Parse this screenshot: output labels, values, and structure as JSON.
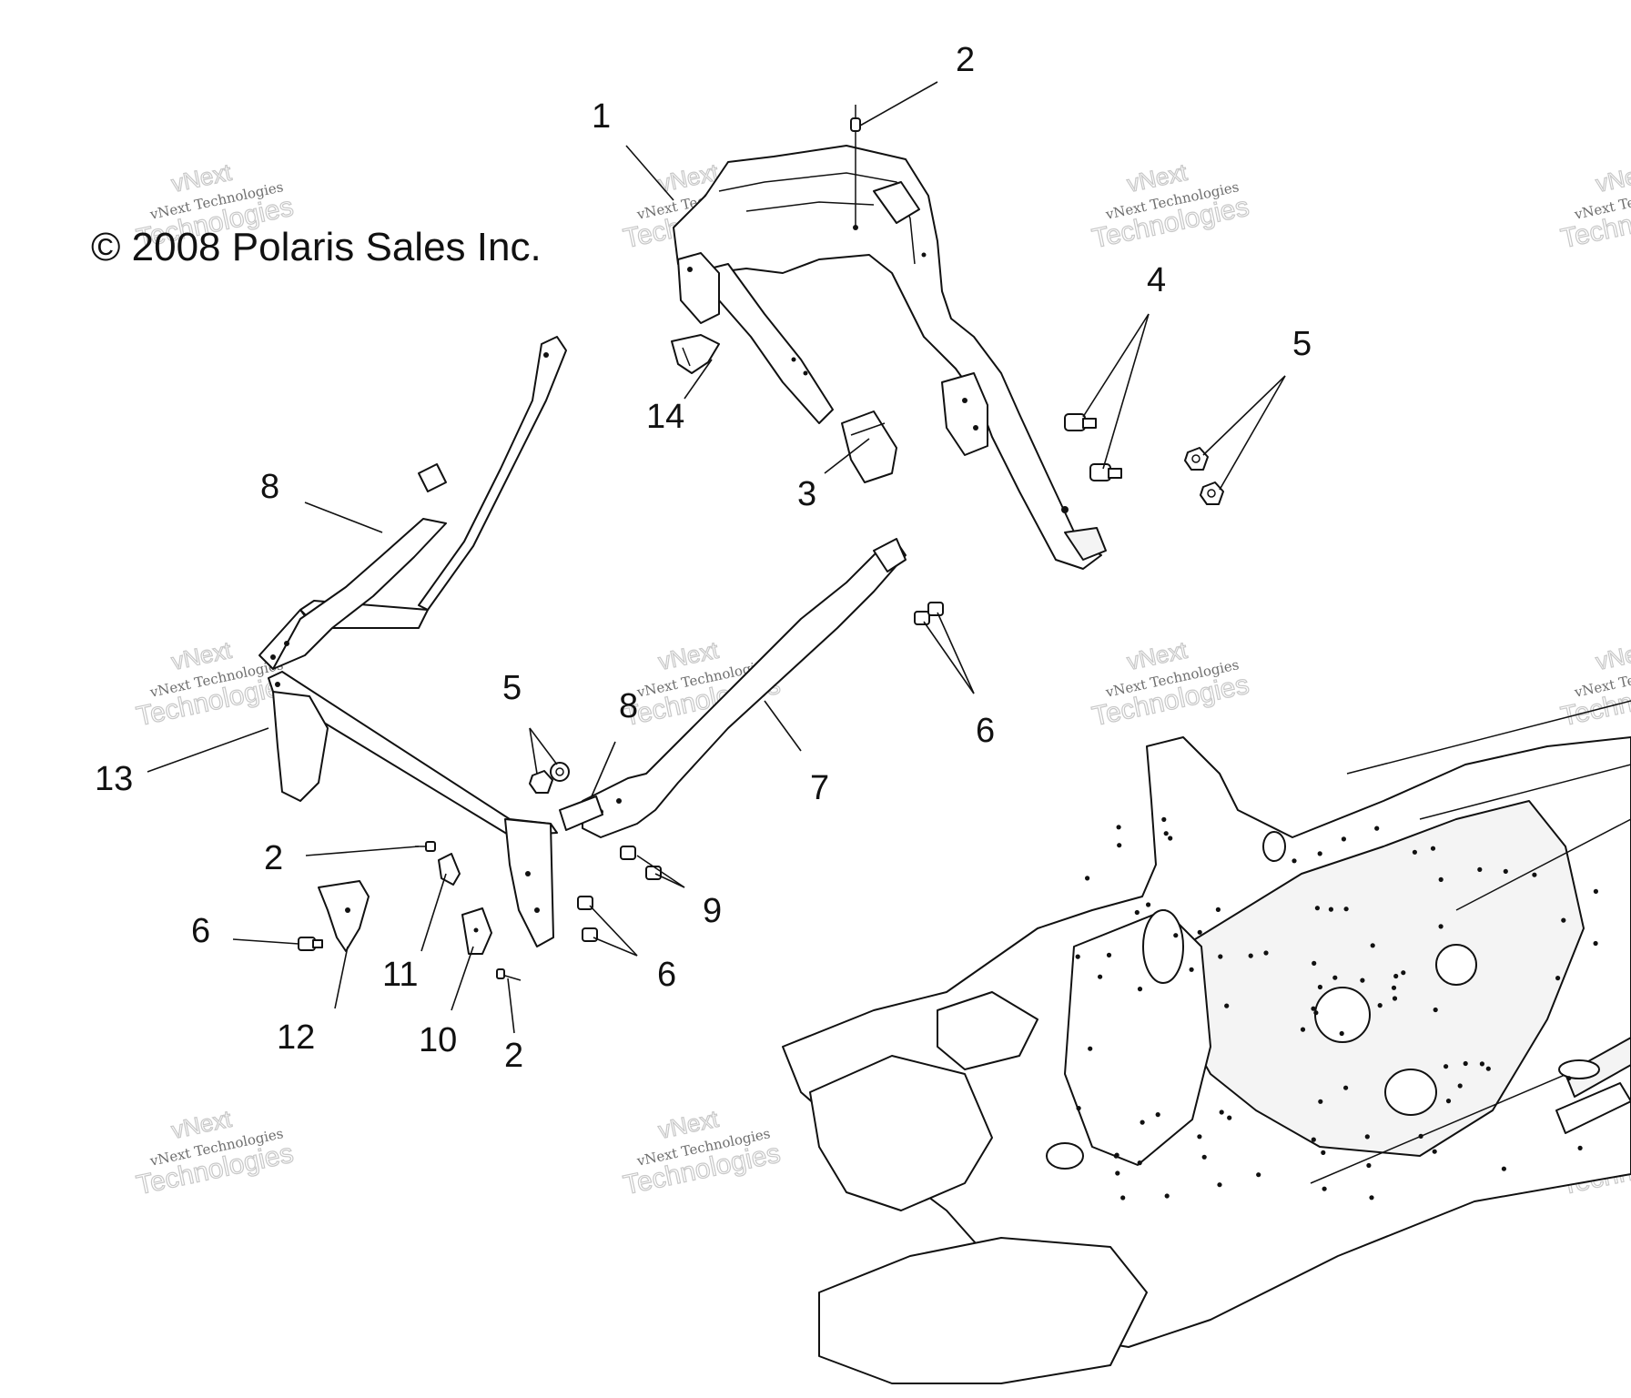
{
  "copyright": "© 2008 Polaris Sales Inc.",
  "watermark": {
    "line1": "vNext",
    "line2": "vNext Technologies",
    "line3": "Technologies"
  },
  "callouts": [
    {
      "id": "c1",
      "text": "1"
    },
    {
      "id": "c2-top",
      "text": "2"
    },
    {
      "id": "c4",
      "text": "4"
    },
    {
      "id": "c5-right",
      "text": "5"
    },
    {
      "id": "c14",
      "text": "14"
    },
    {
      "id": "c3",
      "text": "3"
    },
    {
      "id": "c8-upper",
      "text": "8"
    },
    {
      "id": "c6-right",
      "text": "6"
    },
    {
      "id": "c5-mid",
      "text": "5"
    },
    {
      "id": "c8-mid",
      "text": "8"
    },
    {
      "id": "c7",
      "text": "7"
    },
    {
      "id": "c13",
      "text": "13"
    },
    {
      "id": "c2-left",
      "text": "2"
    },
    {
      "id": "c9",
      "text": "9"
    },
    {
      "id": "c6-left",
      "text": "6"
    },
    {
      "id": "c6-mid",
      "text": "6"
    },
    {
      "id": "c11",
      "text": "11"
    },
    {
      "id": "c12",
      "text": "12"
    },
    {
      "id": "c10",
      "text": "10"
    },
    {
      "id": "c2-bottom",
      "text": "2"
    }
  ]
}
